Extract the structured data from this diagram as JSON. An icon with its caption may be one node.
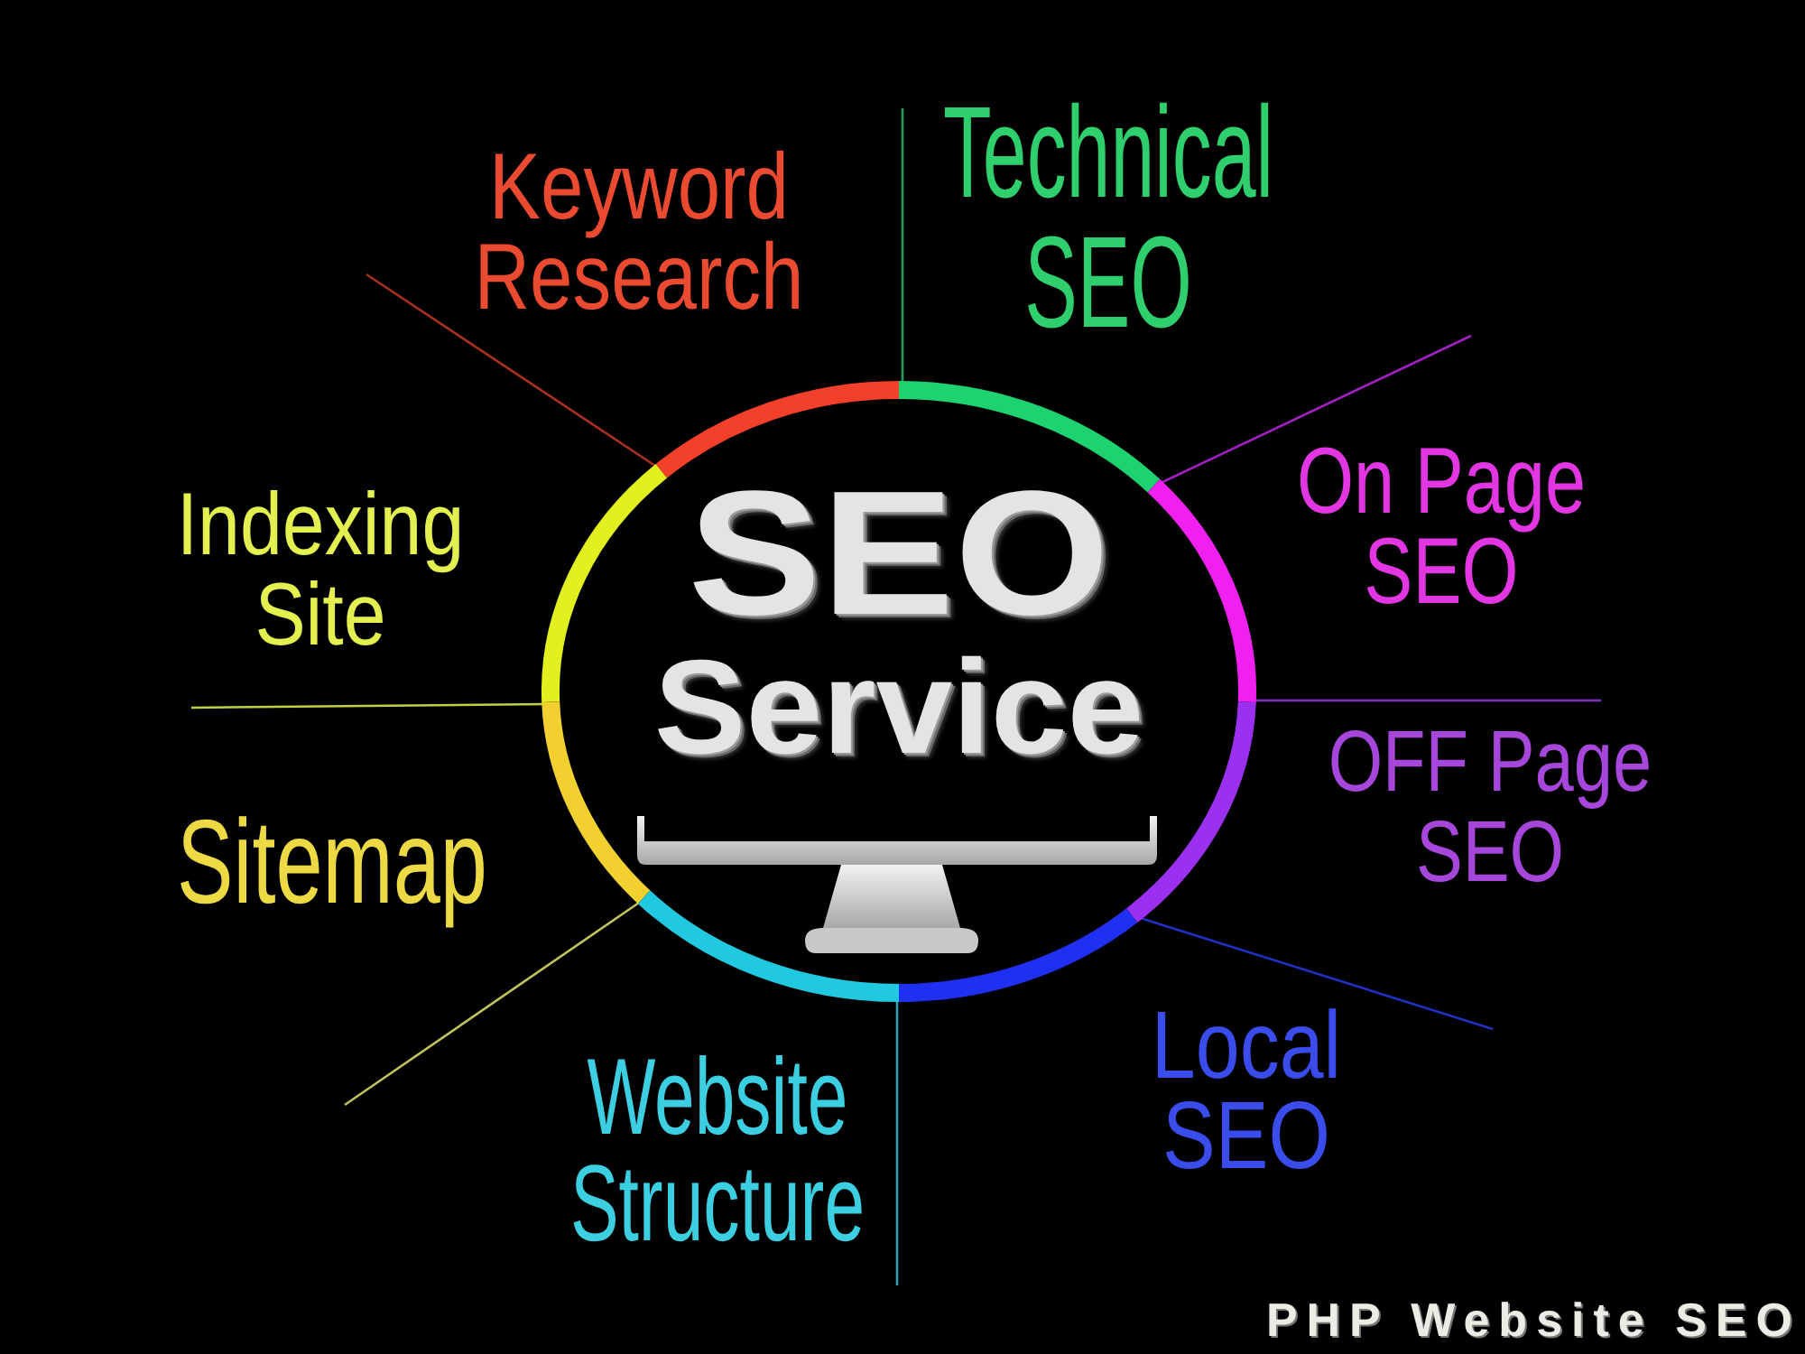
{
  "diagram": {
    "caption": "PHP Website SEO",
    "nodes": [
      {
        "text": [
          "SEO",
          "Service"
        ]
      }
    ],
    "labels": [
      "Keyword Research",
      "Technical SEO",
      "On Page SEO",
      "Indexing Site",
      "OFF Page SEO",
      "Sitemap",
      "Local SEO",
      "Website Structure"
    ]
  }
}
